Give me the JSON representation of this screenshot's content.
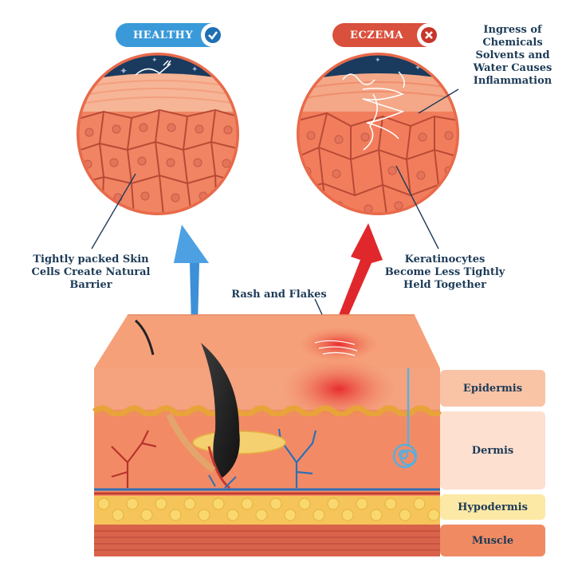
{
  "badges": {
    "healthy": {
      "label": "HEALTHY",
      "color": "#3a9ad9"
    },
    "eczema": {
      "label": "ECZEMA",
      "color": "#d9503d"
    }
  },
  "annotations": {
    "ingress": [
      "Ingress of",
      "Chemicals",
      "Solvents and",
      "Water Causes",
      "Inflammation"
    ],
    "healthy_note": [
      "Tightly packed Skin",
      "Cells Create Natural",
      "Barrier"
    ],
    "eczema_note": [
      "Keratinocytes",
      "Become Less Tightly",
      "Held Together"
    ],
    "rash": "Rash and Flakes"
  },
  "layers": {
    "epidermis": "Epidermis",
    "dermis": "Dermis",
    "hypodermis": "Hypodermis",
    "muscle": "Muscle"
  },
  "colors": {
    "skin_light": "#f7b48f",
    "skin_mid": "#ef8a5f",
    "skin_dark": "#d9634a",
    "healthy_arrow": "#3d8fd8",
    "eczema_arrow": "#e0282c",
    "text": "#1d3b57"
  }
}
